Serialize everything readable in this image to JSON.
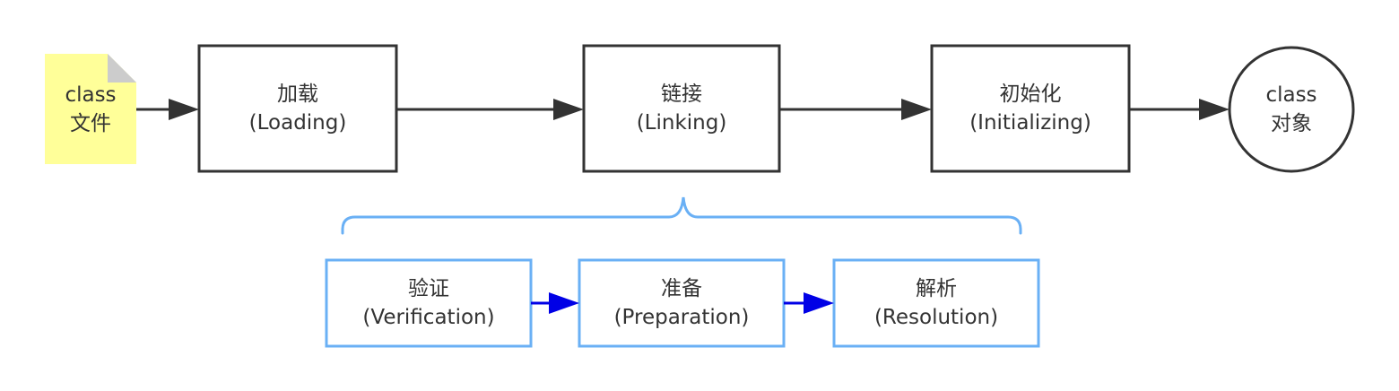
{
  "colors": {
    "main_stroke": "#333333",
    "sub_stroke": "#6ab0f5",
    "sub_arrow": "#0000e6",
    "note_fill": "#ffff99",
    "note_fold": "#cccccc",
    "text": "#333333"
  },
  "file_node": {
    "line1": "class",
    "line2": "文件",
    "shape": "note-document"
  },
  "stages": [
    {
      "name": "加载",
      "english": "(Loading)"
    },
    {
      "name": "链接",
      "english": "(Linking)"
    },
    {
      "name": "初始化",
      "english": "(Initializing)"
    }
  ],
  "object_node": {
    "line1": "class",
    "line2": "对象",
    "shape": "circle"
  },
  "linking_substages": [
    {
      "name": "验证",
      "english": "(Verification)"
    },
    {
      "name": "准备",
      "english": "(Preparation)"
    },
    {
      "name": "解析",
      "english": "(Resolution)"
    }
  ]
}
